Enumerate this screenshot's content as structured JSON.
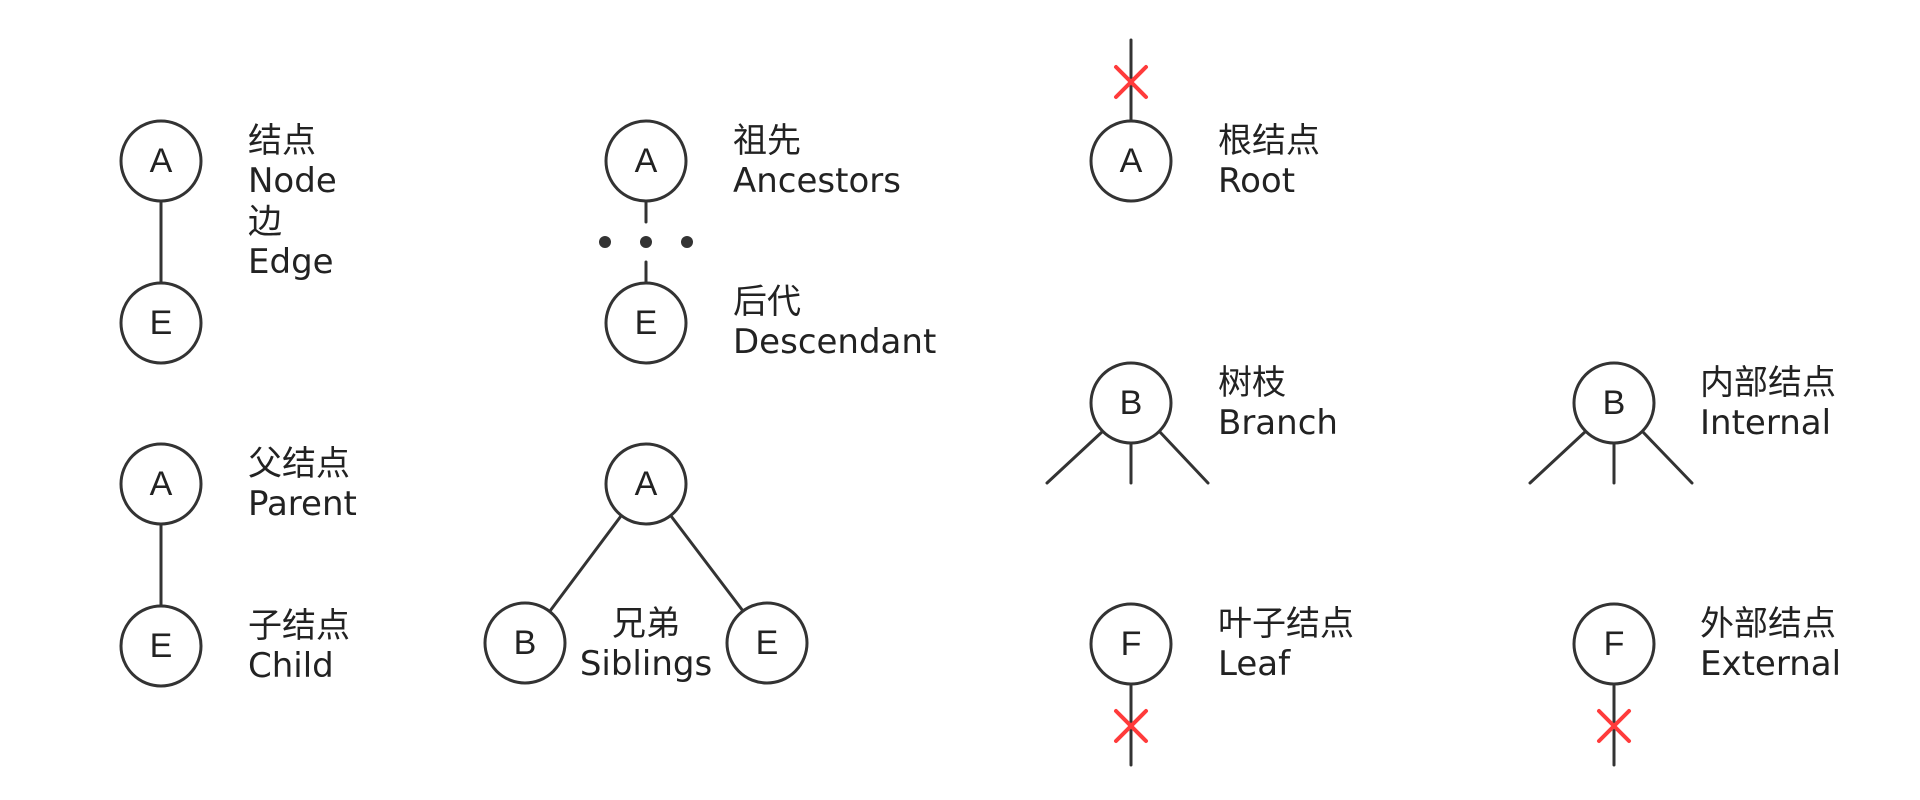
{
  "colors": {
    "ink": "#333333",
    "cross": "#ff3b3b",
    "background": "#ffffff"
  },
  "node_edge": {
    "top_node": "A",
    "bottom_node": "E",
    "node_zh": "结点",
    "node_en": "Node",
    "edge_zh": "边",
    "edge_en": "Edge"
  },
  "ancestors": {
    "top_node": "A",
    "bottom_node": "E",
    "ancestors_zh": "祖先",
    "ancestors_en": "Ancestors",
    "descendant_zh": "后代",
    "descendant_en": "Descendant"
  },
  "root": {
    "node": "A",
    "zh": "根结点",
    "en": "Root"
  },
  "parent_child": {
    "top_node": "A",
    "bottom_node": "E",
    "parent_zh": "父结点",
    "parent_en": "Parent",
    "child_zh": "子结点",
    "child_en": "Child"
  },
  "siblings": {
    "top_node": "A",
    "left_node": "B",
    "right_node": "E",
    "zh": "兄弟",
    "en": "Siblings"
  },
  "branch": {
    "node": "B",
    "zh": "树枝",
    "en": "Branch"
  },
  "internal": {
    "node": "B",
    "zh": "内部结点",
    "en": "Internal"
  },
  "leaf": {
    "node": "F",
    "zh": "叶子结点",
    "en": "Leaf"
  },
  "external": {
    "node": "F",
    "zh": "外部结点",
    "en": "External"
  }
}
